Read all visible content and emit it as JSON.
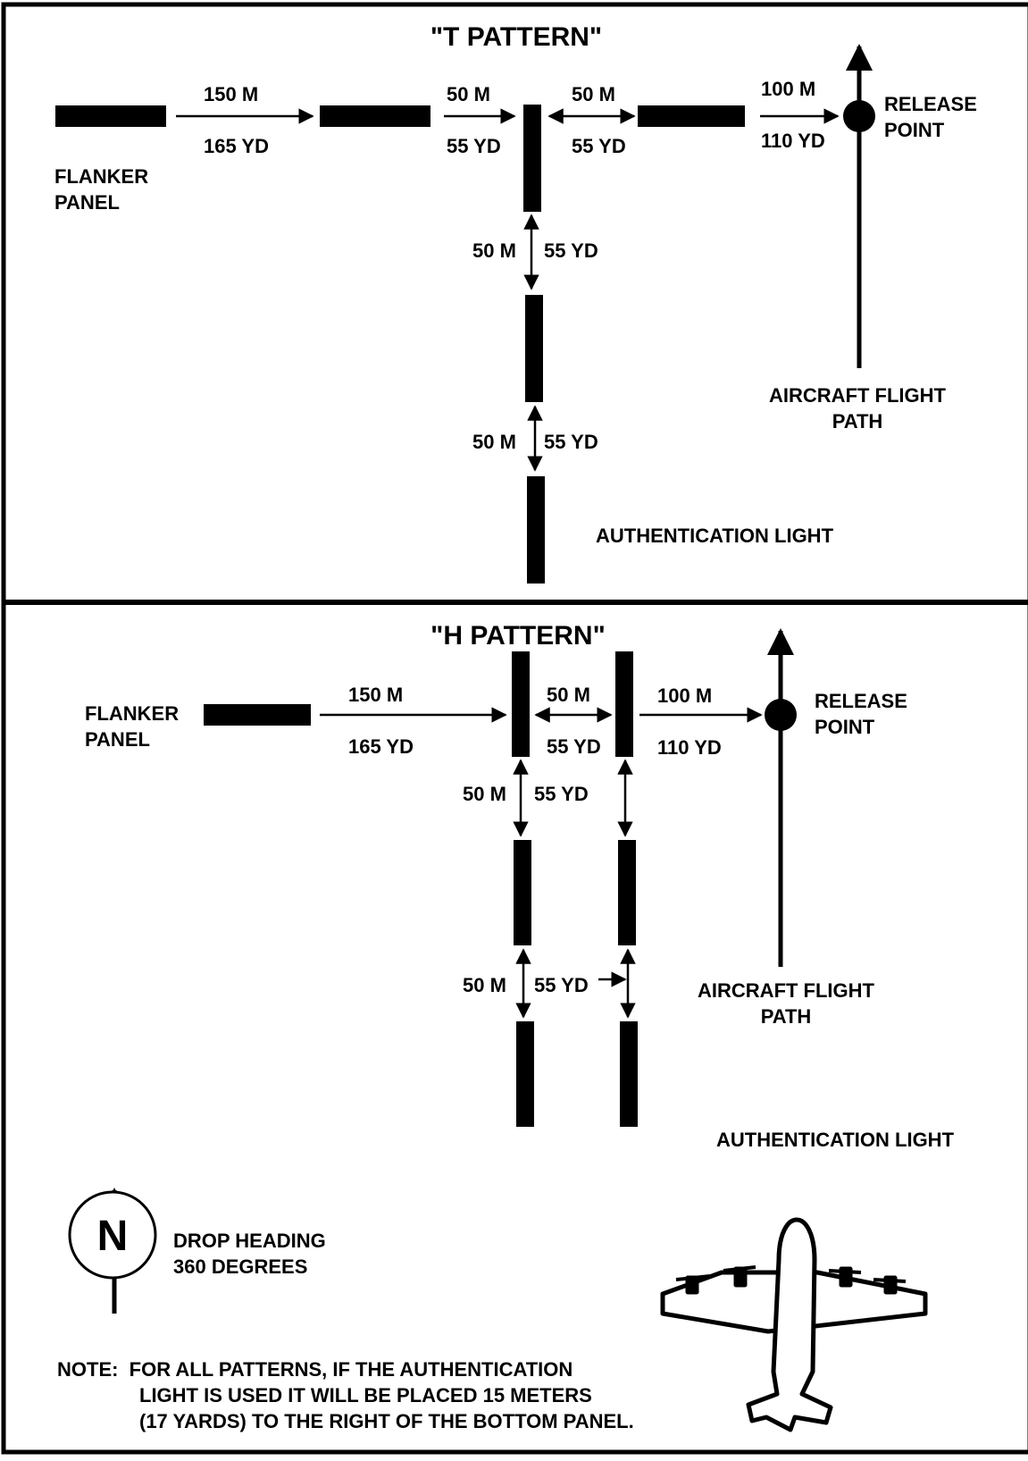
{
  "t_pattern": {
    "title": "\"T PATTERN\"",
    "flanker_label_1": "FLANKER",
    "flanker_label_2": "PANEL",
    "dist_150m": "150 M",
    "dist_165yd": "165 YD",
    "dist_50m_a": "50 M",
    "dist_55yd_a": "55 YD",
    "dist_50m_b": "50 M",
    "dist_55yd_b": "55 YD",
    "dist_100m": "100 M",
    "dist_110yd": "110 YD",
    "release_1": "RELEASE",
    "release_2": "POINT",
    "vert1_m": "50 M",
    "vert1_yd": "55 YD",
    "vert2_m": "50 M",
    "vert2_yd": "55 YD",
    "flight_path_1": "AIRCRAFT FLIGHT",
    "flight_path_2": "PATH",
    "auth_light": "AUTHENTICATION LIGHT"
  },
  "h_pattern": {
    "title": "\"H PATTERN\"",
    "flanker_label_1": "FLANKER",
    "flanker_label_2": "PANEL",
    "dist_150m": "150 M",
    "dist_165yd": "165 YD",
    "dist_50m": "50 M",
    "dist_55yd": "55 YD",
    "dist_100m": "100 M",
    "dist_110yd": "110 YD",
    "release_1": "RELEASE",
    "release_2": "POINT",
    "vert1_m": "50 M",
    "vert1_yd": "55 YD",
    "vert2_m": "50 M",
    "vert2_yd": "55 YD",
    "flight_path_1": "AIRCRAFT FLIGHT",
    "flight_path_2": "PATH",
    "auth_light": "AUTHENTICATION LIGHT"
  },
  "compass": {
    "letter": "N",
    "heading_1": "DROP HEADING",
    "heading_2": "360 DEGREES"
  },
  "note": {
    "line_1": "NOTE:  FOR ALL PATTERNS, IF THE AUTHENTICATION",
    "line_2": "LIGHT IS USED IT WILL BE PLACED 15 METERS",
    "line_3": "(17 YARDS) TO THE RIGHT OF THE BOTTOM PANEL."
  },
  "icons": [
    "compass-north-icon",
    "aircraft-icon"
  ],
  "colors": {
    "ink": "#000000",
    "paper": "#ffffff"
  }
}
